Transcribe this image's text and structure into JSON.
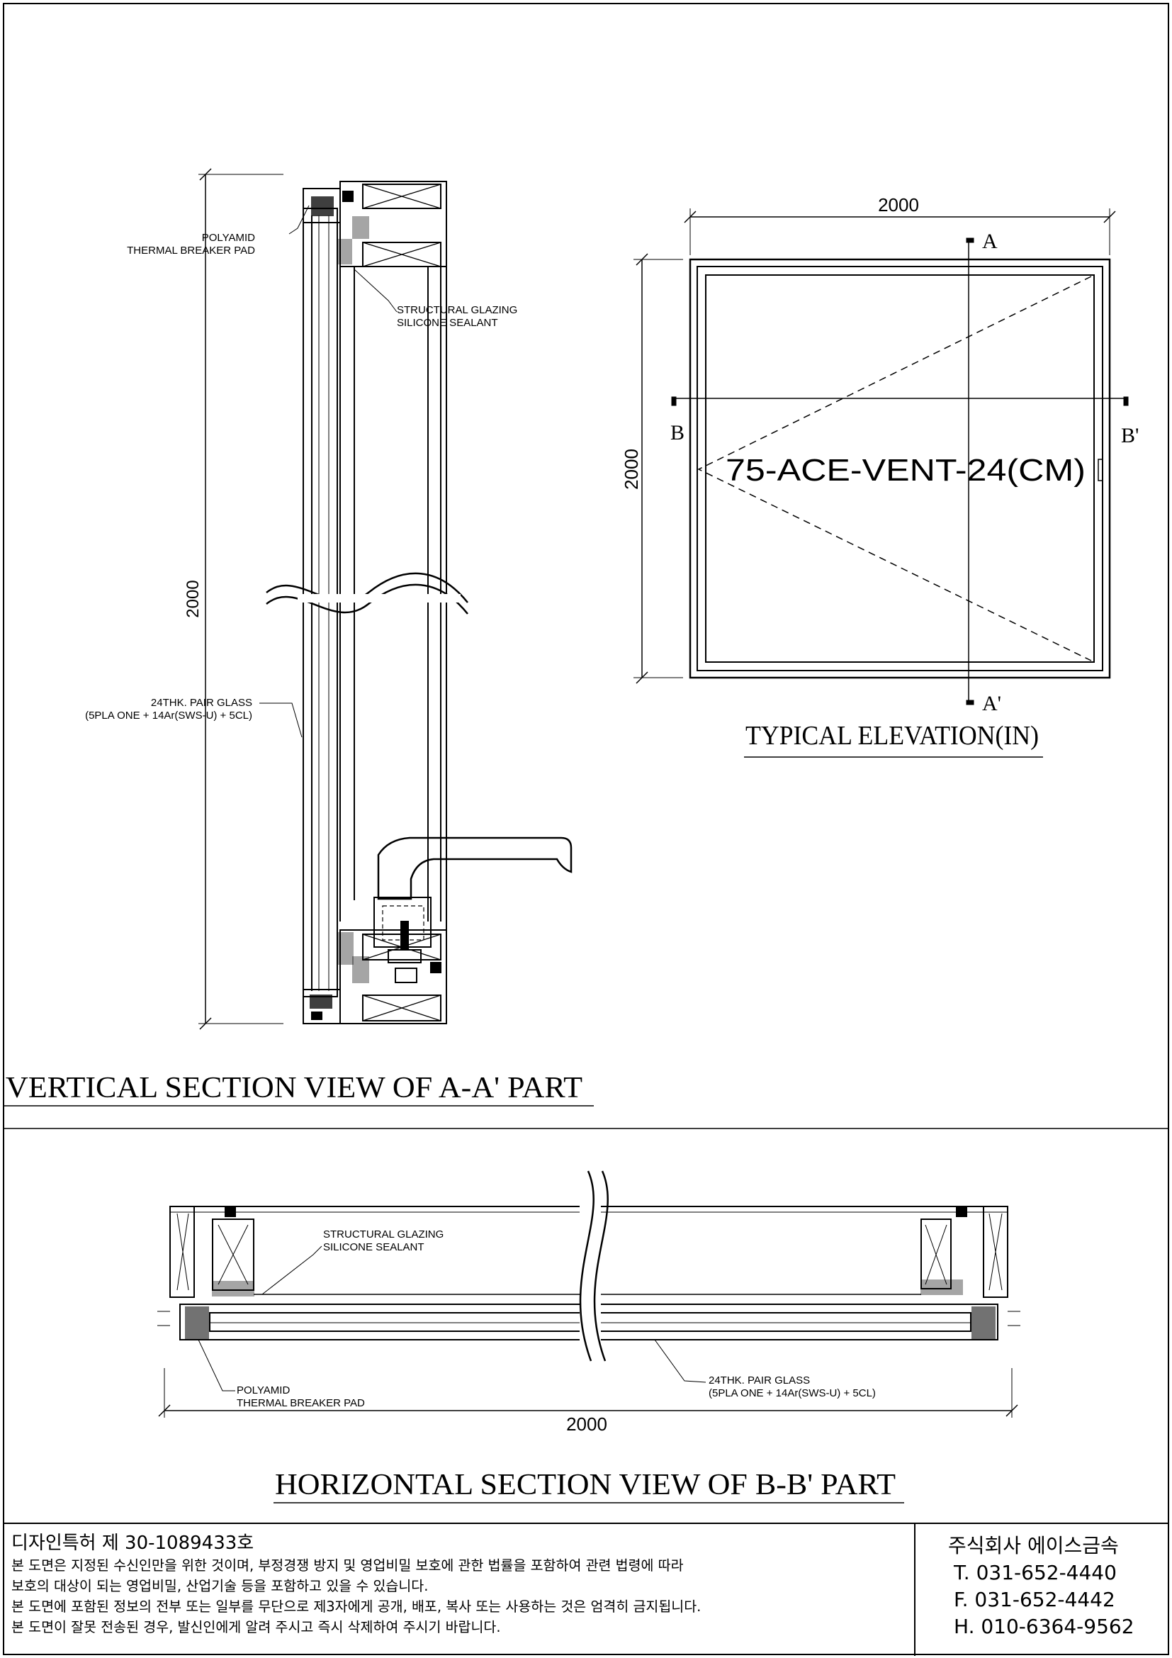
{
  "vertical_section": {
    "title": "VERTICAL SECTION VIEW OF A-A' PART",
    "dimension": "2000",
    "label_pad_1": "POLYAMID",
    "label_pad_2": "THERMAL BREAKER PAD",
    "label_sealant_1": "STRUCTURAL GLAZING",
    "label_sealant_2": "SILICONE SEALANT",
    "label_glass_1": "24THK. PAIR GLASS",
    "label_glass_2": "(5PLA ONE + 14Ar(SWS-U) + 5CL)"
  },
  "elevation": {
    "title": "TYPICAL ELEVATION(IN)",
    "width": "2000",
    "height": "2000",
    "model": "75-ACE-VENT-24(CM)",
    "mark_a": "A",
    "mark_a_prime": "A'",
    "mark_b": "B",
    "mark_b_prime": "B'"
  },
  "horizontal_section": {
    "title": "HORIZONTAL SECTION VIEW OF B-B' PART",
    "dimension": "2000",
    "label_sealant_1": "STRUCTURAL GLAZING",
    "label_sealant_2": "SILICONE SEALANT",
    "label_pad_1": "POLYAMID",
    "label_pad_2": "THERMAL BREAKER PAD",
    "label_glass_1": "24THK. PAIR GLASS",
    "label_glass_2": "(5PLA ONE + 14Ar(SWS-U) + 5CL)"
  },
  "footer": {
    "patent": "디자인특허 제 30-1089433호",
    "notice_1": "본 도면은 지정된 수신인만을 위한 것이며, 부정경쟁 방지 및 영업비밀 보호에 관한 법률을 포함하여 관련 법령에 따라",
    "notice_2": "보호의 대상이 되는 영업비밀, 산업기술 등을 포함하고 있을 수 있습니다.",
    "notice_3": "본 도면에 포함된 정보의 전부 또는 일부를 무단으로 제3자에게 공개, 배포, 복사 또는 사용하는 것은 엄격히 금지됩니다.",
    "notice_4": "본 도면이 잘못 전송된 경우, 발신인에게 알려 주시고 즉시 삭제하여 주시기 바랍니다.",
    "company": "주식회사 에이스금속",
    "tel": "T. 031-652-4440",
    "fax": "F. 031-652-4442",
    "hp": "H. 010-6364-9562"
  }
}
